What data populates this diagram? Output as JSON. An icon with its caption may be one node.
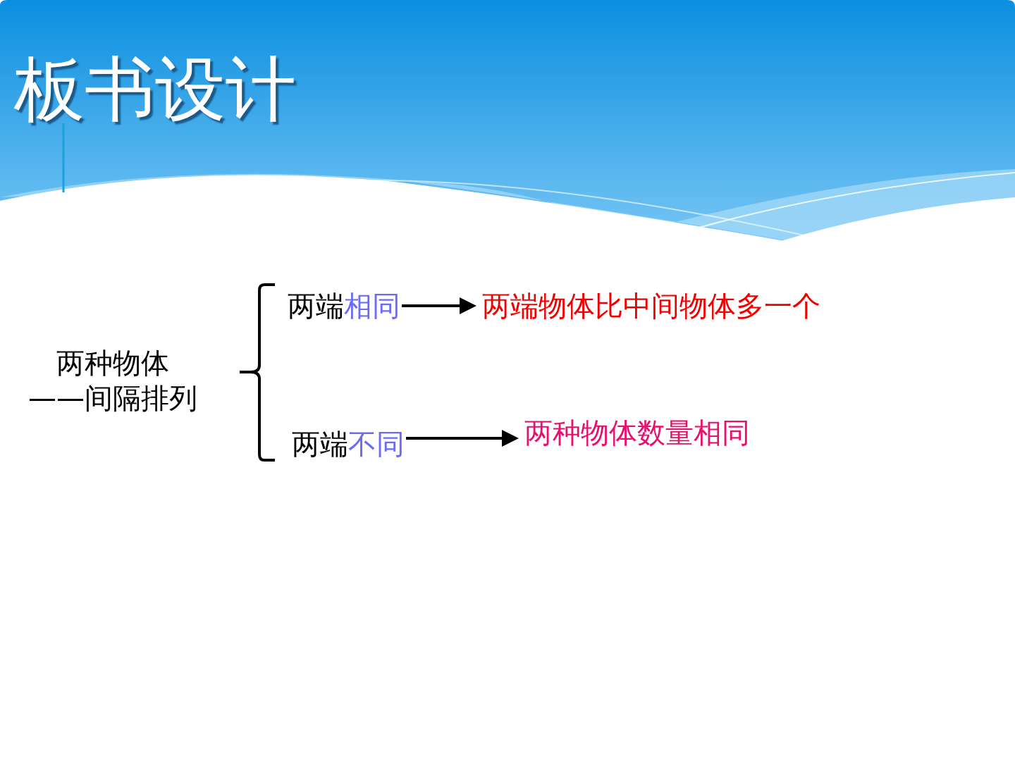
{
  "diagram": {
    "title": "板书设计",
    "nodes": [
      {
        "text": [
          "两种物体",
          "——间隔排列"
        ]
      },
      {
        "text": [
          "两端",
          "相同"
        ]
      },
      {
        "text": [
          "两端物体比中间物体多一个"
        ]
      },
      {
        "text": [
          "两端",
          "不同"
        ]
      },
      {
        "text": [
          "两种物体数量相同"
        ]
      }
    ],
    "edges": [
      {
        "from": 1,
        "to": 2,
        "arrow": "to"
      },
      {
        "from": 3,
        "to": 4,
        "arrow": "to"
      }
    ]
  }
}
